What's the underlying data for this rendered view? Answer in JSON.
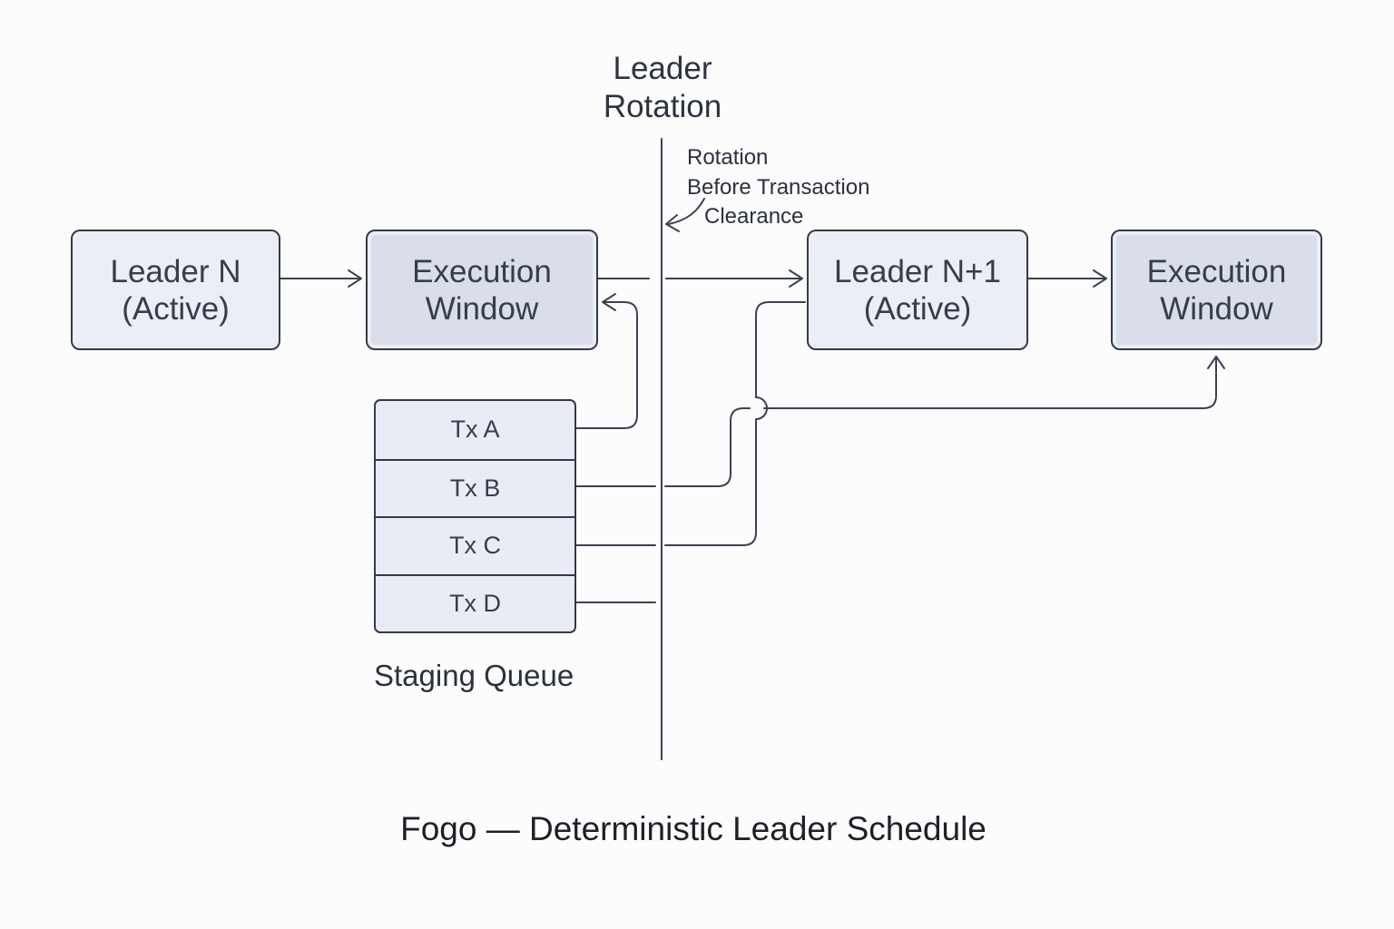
{
  "diagram": {
    "heading": {
      "line1": "Leader",
      "line2": "Rotation"
    },
    "annotation": {
      "line1": "Rotation",
      "line2": "Before Transaction",
      "line3": "Clearance"
    },
    "boxes": {
      "leader_n": {
        "line1": "Leader N",
        "line2": "(Active)"
      },
      "execution_window_left": {
        "line1": "Execution",
        "line2": "Window"
      },
      "leader_n_plus_1": {
        "line1": "Leader N+1",
        "line2": "(Active)"
      },
      "execution_window_right": {
        "line1": "Execution",
        "line2": "Window"
      }
    },
    "staging_queue": {
      "label": "Staging Queue",
      "items": [
        {
          "label": "Tx A"
        },
        {
          "label": "Tx B"
        },
        {
          "label": "Tx C"
        },
        {
          "label": "Tx D"
        }
      ]
    },
    "caption": "Fogo — Deterministic Leader Schedule",
    "colors": {
      "background": "#fcfcfd",
      "line": "#3b4252",
      "box_border": "#333a49",
      "leader_fill": "#ebeef5",
      "execution_fill": "#d9deea",
      "queue_fill": "#e9ecf4",
      "text": "#363d4b",
      "caption_text": "#1d2026"
    }
  }
}
